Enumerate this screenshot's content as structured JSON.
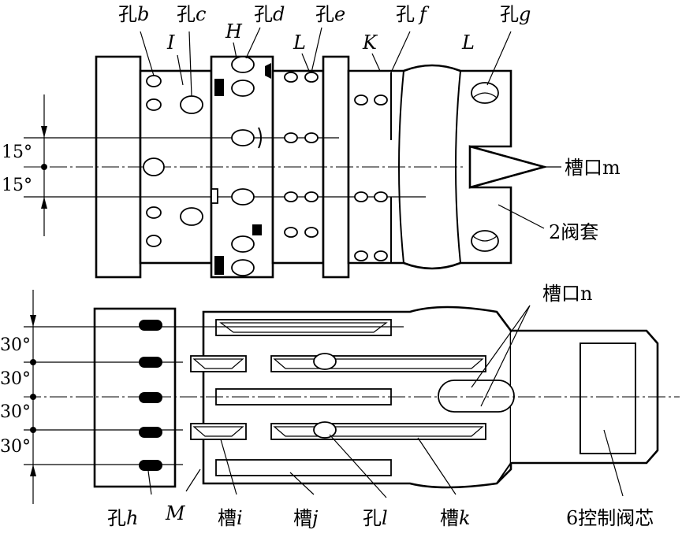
{
  "labels": {
    "hole_b": {
      "prefix": "孔",
      "var": "b"
    },
    "hole_c": {
      "prefix": "孔",
      "var": "c"
    },
    "hole_d": {
      "prefix": "孔",
      "var": "d"
    },
    "hole_e": {
      "prefix": "孔",
      "var": "e"
    },
    "hole_f": {
      "prefix": "孔",
      "var": "f"
    },
    "hole_g": {
      "prefix": "孔",
      "var": "g"
    },
    "hole_h": {
      "prefix": "孔",
      "var": "h"
    },
    "hole_l": {
      "prefix": "孔",
      "var": "l"
    },
    "slot_i": {
      "prefix": "槽",
      "var": "i"
    },
    "slot_j": {
      "prefix": "槽",
      "var": "j"
    },
    "slot_k": {
      "prefix": "槽",
      "var": "k"
    },
    "I": "I",
    "H": "H",
    "L1": "L",
    "L2": "L",
    "K": "K",
    "M": "M",
    "notch_m": "槽口m",
    "notch_n": "槽口n",
    "valve_sleeve": "2阀套",
    "control_spool": "6控制阀芯"
  },
  "angles_top": [
    "15°",
    "15°"
  ],
  "angles_bottom": [
    "30°",
    "30°",
    "30°",
    "30°"
  ]
}
